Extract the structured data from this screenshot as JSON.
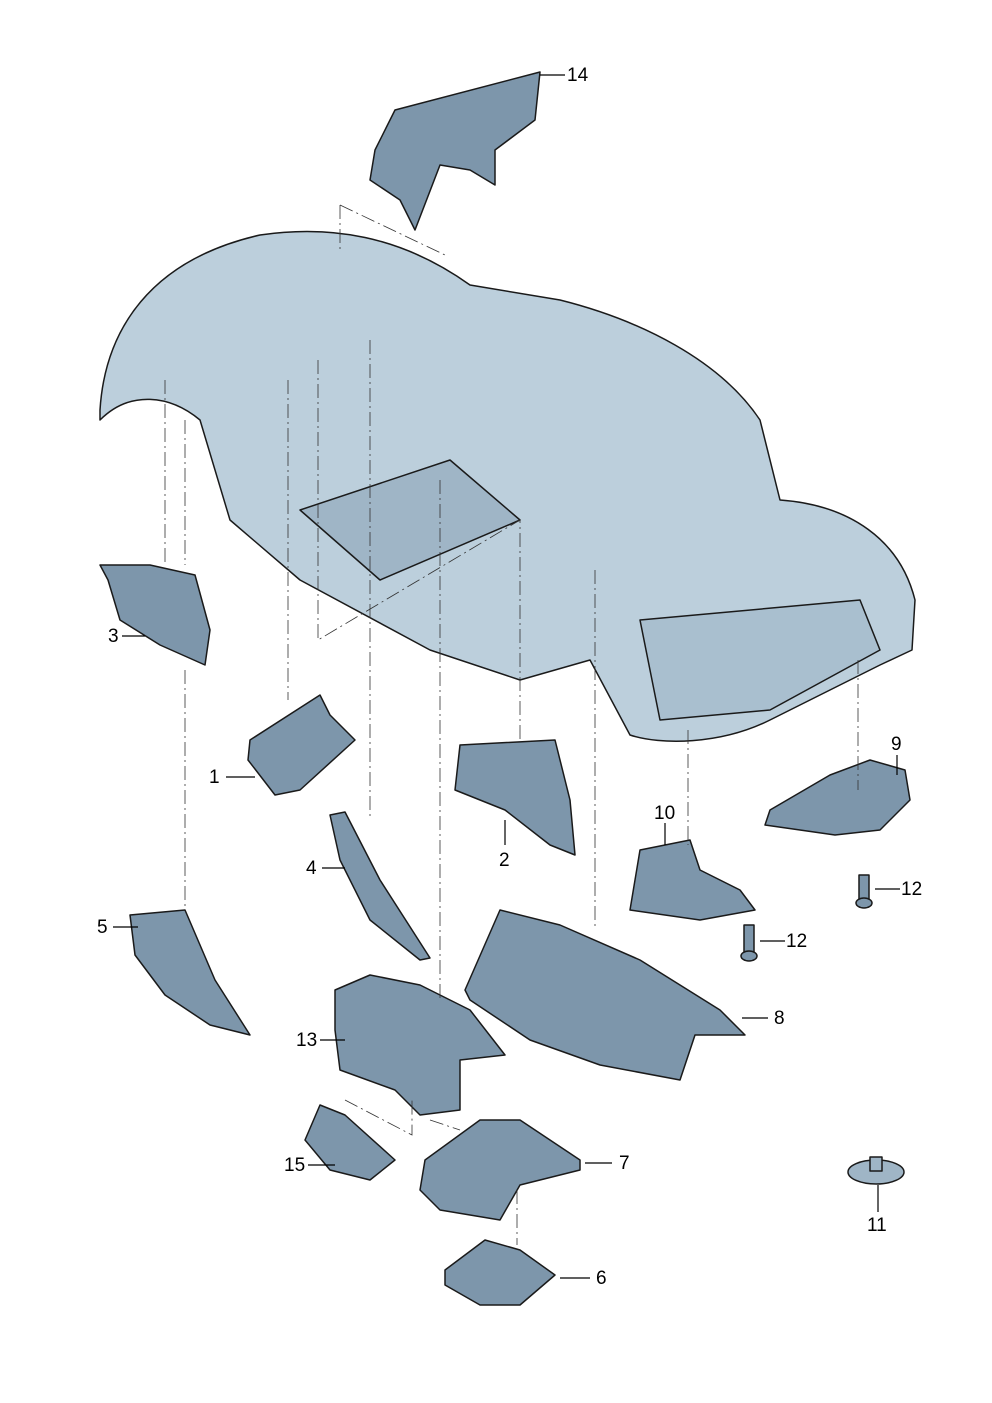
{
  "diagram": {
    "colors": {
      "body": "#bccfdc",
      "part": "#7d96ab",
      "part_dark": "#4f6478",
      "outline": "#1a1a1a"
    },
    "callouts": [
      {
        "id": "c14",
        "label": "14"
      },
      {
        "id": "c3",
        "label": "3"
      },
      {
        "id": "c1",
        "label": "1"
      },
      {
        "id": "c2",
        "label": "2"
      },
      {
        "id": "c4",
        "label": "4"
      },
      {
        "id": "c5",
        "label": "5"
      },
      {
        "id": "c10",
        "label": "10"
      },
      {
        "id": "c9",
        "label": "9"
      },
      {
        "id": "c12a",
        "label": "12"
      },
      {
        "id": "c12b",
        "label": "12"
      },
      {
        "id": "c8",
        "label": "8"
      },
      {
        "id": "c13",
        "label": "13"
      },
      {
        "id": "c15",
        "label": "15"
      },
      {
        "id": "c7",
        "label": "7"
      },
      {
        "id": "c6",
        "label": "6"
      },
      {
        "id": "c11",
        "label": "11"
      }
    ]
  }
}
